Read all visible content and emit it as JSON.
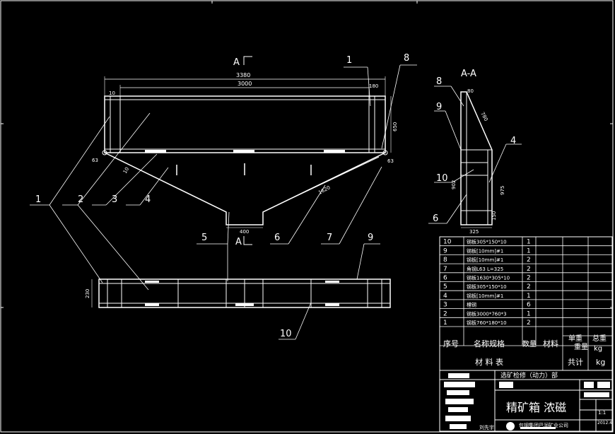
{
  "front_view": {
    "section_mark_top": "A",
    "section_mark_bottom": "A",
    "dims": {
      "overall_width": "3380",
      "inner_width": "3000",
      "left_offset": "10",
      "right_offset": "180",
      "height": "650",
      "slope_len": "1620",
      "bottom_width": "400",
      "angle_left": "63",
      "angle_right": "63",
      "slope_small": "10"
    },
    "callouts": [
      "1",
      "2",
      "3",
      "4",
      "5",
      "6",
      "7",
      "8",
      "1"
    ]
  },
  "section_view": {
    "title": "A-A",
    "dims": {
      "top": "80",
      "slant": "780",
      "total_height": "975",
      "inner_height": "902",
      "foot": "150",
      "width": "325"
    },
    "callouts": [
      "8",
      "9",
      "10",
      "6",
      "4"
    ]
  },
  "plan_view": {
    "dims": {
      "width": "230"
    },
    "callouts": [
      "9",
      "10"
    ]
  },
  "bom": {
    "rows": [
      {
        "no": "10",
        "spec": "钢板305*150*10",
        "qty": "1"
      },
      {
        "no": "9",
        "spec": "钢板[10mm]#1",
        "qty": "1"
      },
      {
        "no": "8",
        "spec": "钢板[10mm]#1",
        "qty": "2"
      },
      {
        "no": "7",
        "spec": "角钢L63 L=325",
        "qty": "2"
      },
      {
        "no": "6",
        "spec": "钢板1630*305*10",
        "qty": "2"
      },
      {
        "no": "5",
        "spec": "钢板305*150*10",
        "qty": "2"
      },
      {
        "no": "4",
        "spec": "钢板[10mm]#1",
        "qty": "1"
      },
      {
        "no": "3",
        "spec": "槽钢",
        "qty": "6"
      },
      {
        "no": "2",
        "spec": "钢板3000*760*3",
        "qty": "1"
      },
      {
        "no": "1",
        "spec": "钢板760*180*10",
        "qty": "2"
      }
    ],
    "header": {
      "no": "序号",
      "spec": "名称规格",
      "qty": "数量",
      "material": "材料",
      "unit_weight": "单重",
      "total_weight": "总重",
      "weight": "重量",
      "kg": "kg"
    },
    "footer": {
      "title": "材 料 表",
      "total": "共计",
      "kg": "kg"
    }
  },
  "title_block": {
    "department": "选矿检修（动力）部",
    "drawing_name": "精矿箱 浓磁",
    "scale": "1:1",
    "date": "2012.4",
    "designer": "刘先宇",
    "company": "包钢集团巴润矿业公司"
  }
}
